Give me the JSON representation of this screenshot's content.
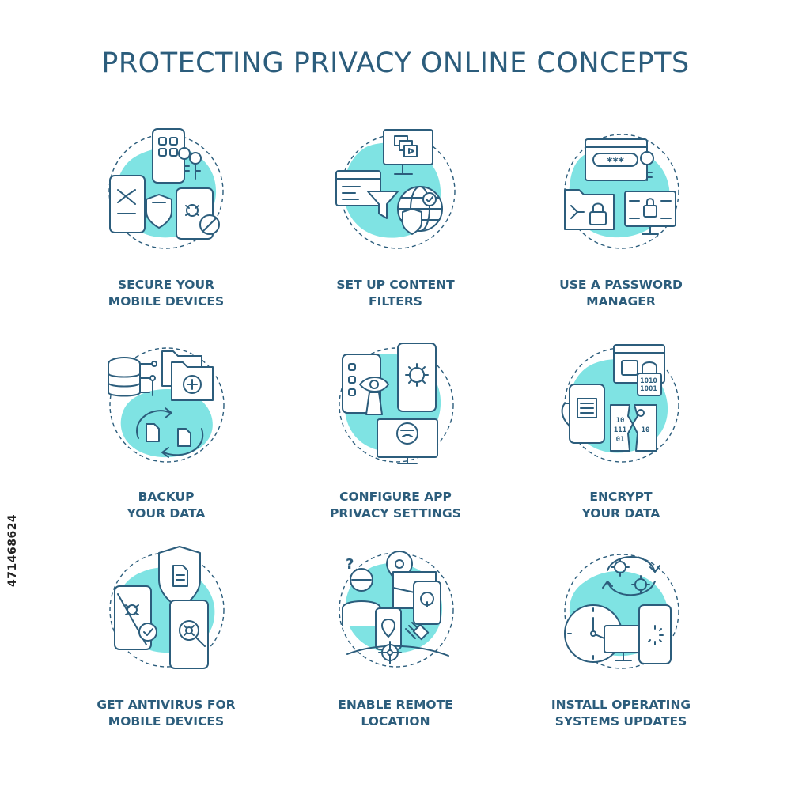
{
  "title": "PROTECTING PRIVACY ONLINE CONCEPTS",
  "stock_id": "471468624",
  "colors": {
    "accent": "#7fe3e3",
    "line": "#2c5d7c",
    "background": "#ffffff"
  },
  "concepts": [
    {
      "icon": "mobile-security-icon",
      "label": "SECURE YOUR\nMOBILE DEVICES"
    },
    {
      "icon": "content-filter-icon",
      "label": "SET UP CONTENT\nFILTERS"
    },
    {
      "icon": "password-manager-icon",
      "label": "USE A PASSWORD\nMANAGER"
    },
    {
      "icon": "data-backup-icon",
      "label": "BACKUP\nYOUR DATA"
    },
    {
      "icon": "app-privacy-settings-icon",
      "label": "CONFIGURE APP\nPRIVACY SETTINGS"
    },
    {
      "icon": "data-encryption-icon",
      "label": "ENCRYPT\nYOUR DATA"
    },
    {
      "icon": "mobile-antivirus-icon",
      "label": "GET ANTIVIRUS FOR\nMOBILE DEVICES"
    },
    {
      "icon": "remote-location-icon",
      "label": "ENABLE REMOTE\nLOCATION"
    },
    {
      "icon": "os-updates-icon",
      "label": "INSTALL OPERATING\nSYSTEMS UPDATES"
    }
  ],
  "glyphs": {
    "password_mask": "***",
    "binary_a": "1010",
    "binary_b": "1001",
    "binary_c": "10",
    "binary_d": "111",
    "binary_e": "01",
    "binary_f": "10",
    "question_mark": "?"
  }
}
